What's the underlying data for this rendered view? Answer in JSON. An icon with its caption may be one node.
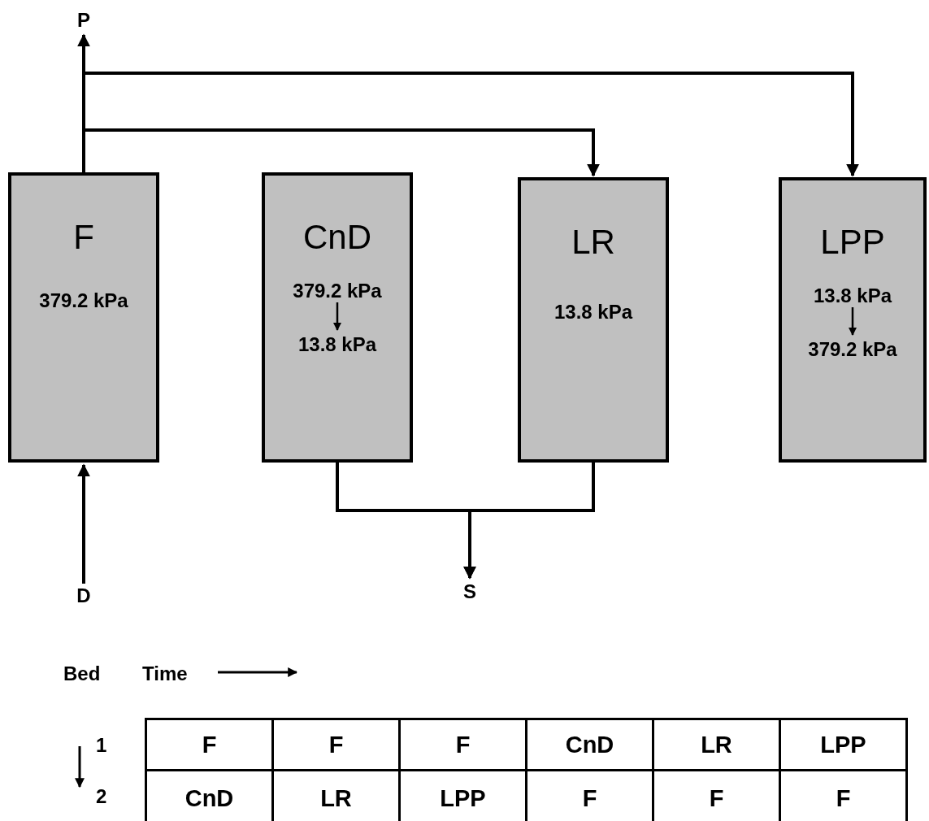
{
  "diagram": {
    "nodes": [
      {
        "text": [
          "P"
        ]
      },
      {
        "text": [
          "F",
          "379.2 kPa"
        ]
      },
      {
        "text": [
          "CnD",
          "379.2 kPa",
          "13.8 kPa"
        ]
      },
      {
        "text": [
          "LR",
          "13.8 kPa"
        ]
      },
      {
        "text": [
          "LPP",
          "13.8 kPa",
          "379.2 kPa"
        ]
      },
      {
        "text": [
          "D"
        ]
      },
      {
        "text": [
          "S"
        ]
      }
    ],
    "edges": [
      {
        "from": 1,
        "to": 0,
        "arrow": "to"
      },
      {
        "from": 1,
        "to": 3,
        "arrow": "to"
      },
      {
        "from": 1,
        "to": 4,
        "arrow": "to"
      },
      {
        "from": 5,
        "to": 1,
        "arrow": "to"
      },
      {
        "from": 2,
        "to": 6,
        "arrow": "to"
      },
      {
        "from": 3,
        "to": 6,
        "arrow": "to"
      }
    ],
    "labels": [
      "Bed",
      "Time",
      "1",
      "F",
      "F",
      "F",
      "CnD",
      "LR",
      "LPP",
      "2",
      "CnD",
      "LR",
      "LPP",
      "F",
      "F",
      "F"
    ]
  }
}
